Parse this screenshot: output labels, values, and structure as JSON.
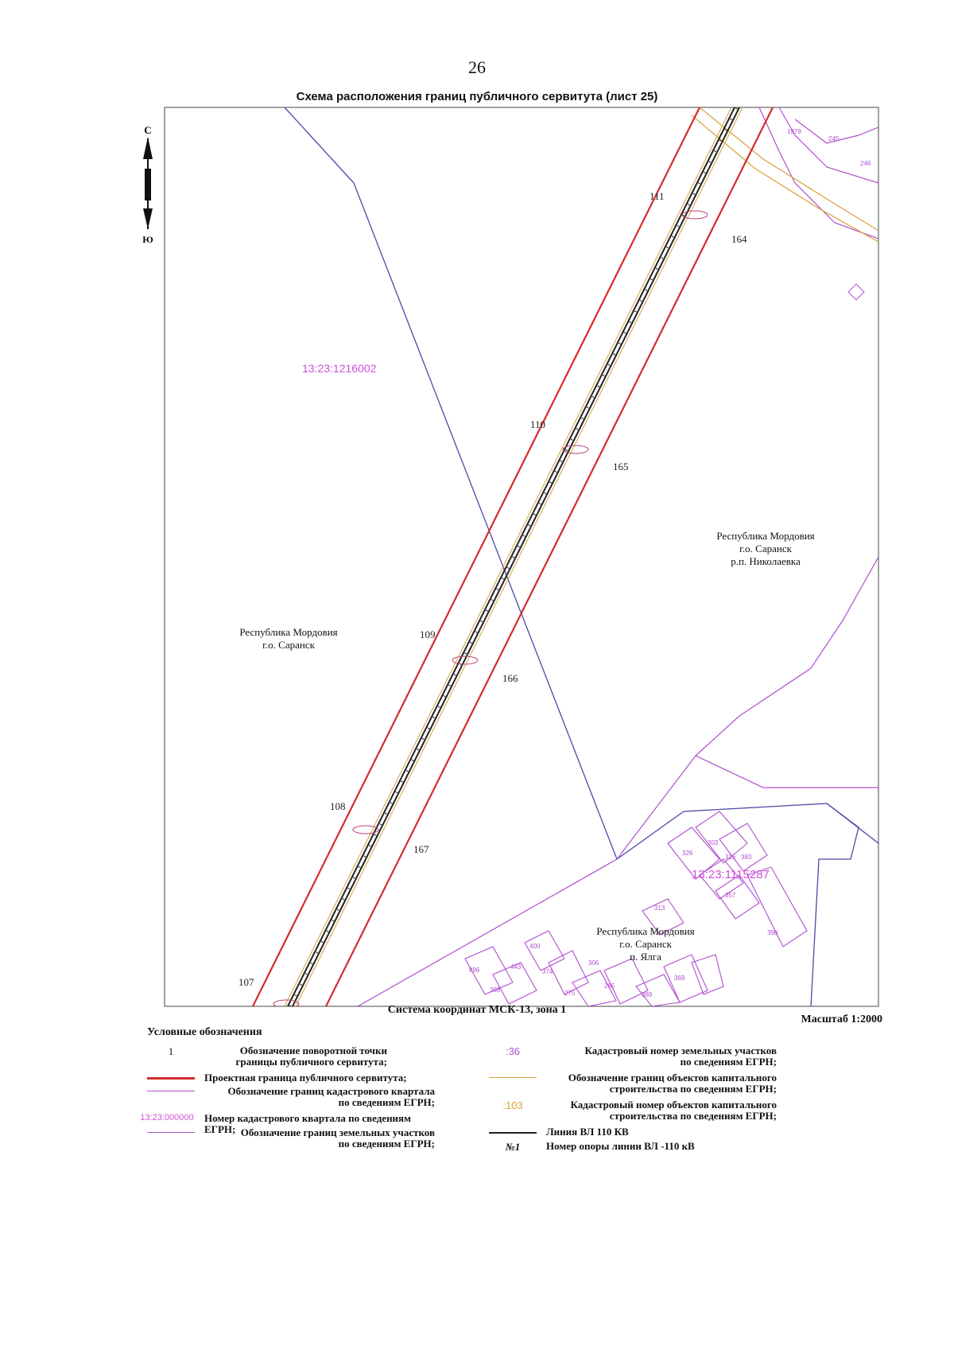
{
  "page_number": "26",
  "title": "Схема расположения границ публичного сервитута (лист 25)",
  "compass": {
    "north": "С",
    "south": "Ю"
  },
  "map": {
    "quarter_numbers": [
      "13:23:1216002",
      "13:23:1115287"
    ],
    "regions": [
      {
        "lines": [
          "Республика Мордовия",
          "г.о. Саранск",
          "р.п. Николаевка"
        ]
      },
      {
        "lines": [
          "Республика Мордовия",
          "г.о. Саранск"
        ]
      },
      {
        "lines": [
          "Республика Мордовия",
          "г.о. Саранск",
          "п. Ялга"
        ]
      }
    ],
    "turn_points": [
      "111",
      "164",
      "110",
      "165",
      "109",
      "166",
      "108",
      "167",
      "107"
    ],
    "parcel_numbers": [
      "1979",
      "245",
      "246",
      "303",
      "326",
      "316",
      "383",
      "357",
      "313",
      "390",
      "400",
      "896",
      "443",
      "374",
      "306",
      "383",
      "275",
      "285",
      "389",
      "369"
    ]
  },
  "coordinate_system": "Система координат МСК-13, зона 1",
  "scale": "Масштаб 1:2000",
  "legend": {
    "title": "Условные обозначения",
    "left": [
      {
        "symbol": "1",
        "line1": "Обозначение поворотной точки",
        "line2": "границы публичного сервитута;"
      },
      {
        "line1": "Проектная граница публичного сервитута;",
        "line2": ""
      },
      {
        "line1": "Обозначение границ кадастрового квартала",
        "line2": "по сведениям ЕГРН;"
      },
      {
        "symbol": "13:23:000000",
        "line1": "Номер кадастрового квартала по сведениям ЕГРН;",
        "line2": ""
      },
      {
        "line1": "Обозначение границ земельных участков",
        "line2": "по сведениям ЕГРН;"
      }
    ],
    "right": [
      {
        "symbol": ":36",
        "line1": "Кадастровый номер земельных участков",
        "line2": "по сведениям ЕГРН;"
      },
      {
        "line1": "Обозначение границ объектов капитального",
        "line2": "строительства по сведениям ЕГРН;"
      },
      {
        "symbol": ":103",
        "line1": "Кадастровый номер объектов капитального",
        "line2": "строительства по сведениям ЕГРН;"
      },
      {
        "line1": "Линия ВЛ 110 КВ",
        "line2": ""
      },
      {
        "symbol": "№1",
        "line1": "Номер опоры линии ВЛ -110 кВ",
        "line2": ""
      }
    ]
  },
  "colors": {
    "servitude": "#d62b2b",
    "quarter_border": "#4a4aa8",
    "parcel_border": "#b04ed0",
    "building": "#d9a23a",
    "power_line": "#222222"
  }
}
